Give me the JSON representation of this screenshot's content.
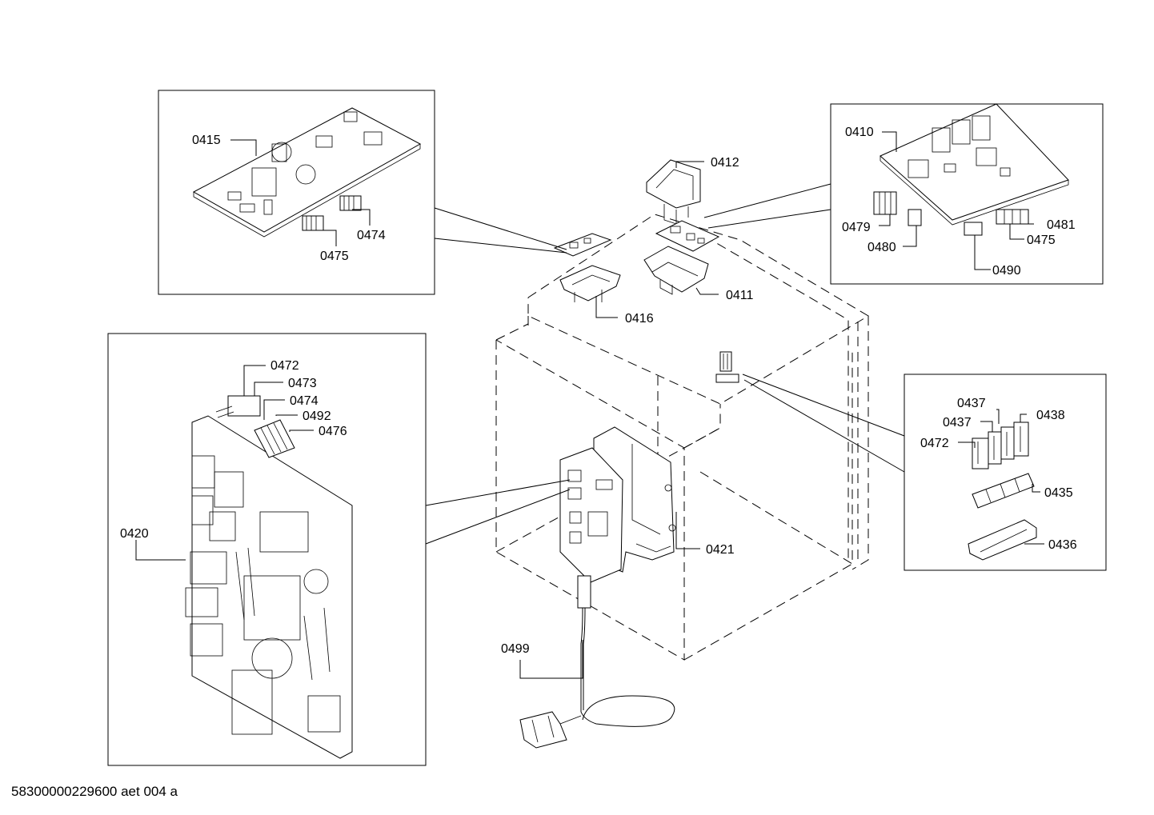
{
  "document_id": "58300000229600 aet 004 a",
  "callouts": {
    "top_left": {
      "board": "0415",
      "connector_a": "0474",
      "connector_b": "0475"
    },
    "top_right": {
      "board": "0410",
      "connector_a": "0479",
      "connector_b": "0480",
      "connector_c": "0481",
      "connector_d": "0475",
      "connector_e": "0490"
    },
    "center": {
      "cover": "0412",
      "bracket": "0411",
      "holder": "0416",
      "mount_plate": "0421",
      "power_cord": "0499"
    },
    "bottom_left": {
      "main_board": "0420",
      "conn_0472": "0472",
      "conn_0473": "0473",
      "conn_0474": "0474",
      "conn_0492": "0492",
      "conn_0476": "0476"
    },
    "right": {
      "term_0437a": "0437",
      "term_0437b": "0437",
      "term_0438": "0438",
      "term_0472": "0472",
      "strip": "0435",
      "holder": "0436"
    }
  }
}
